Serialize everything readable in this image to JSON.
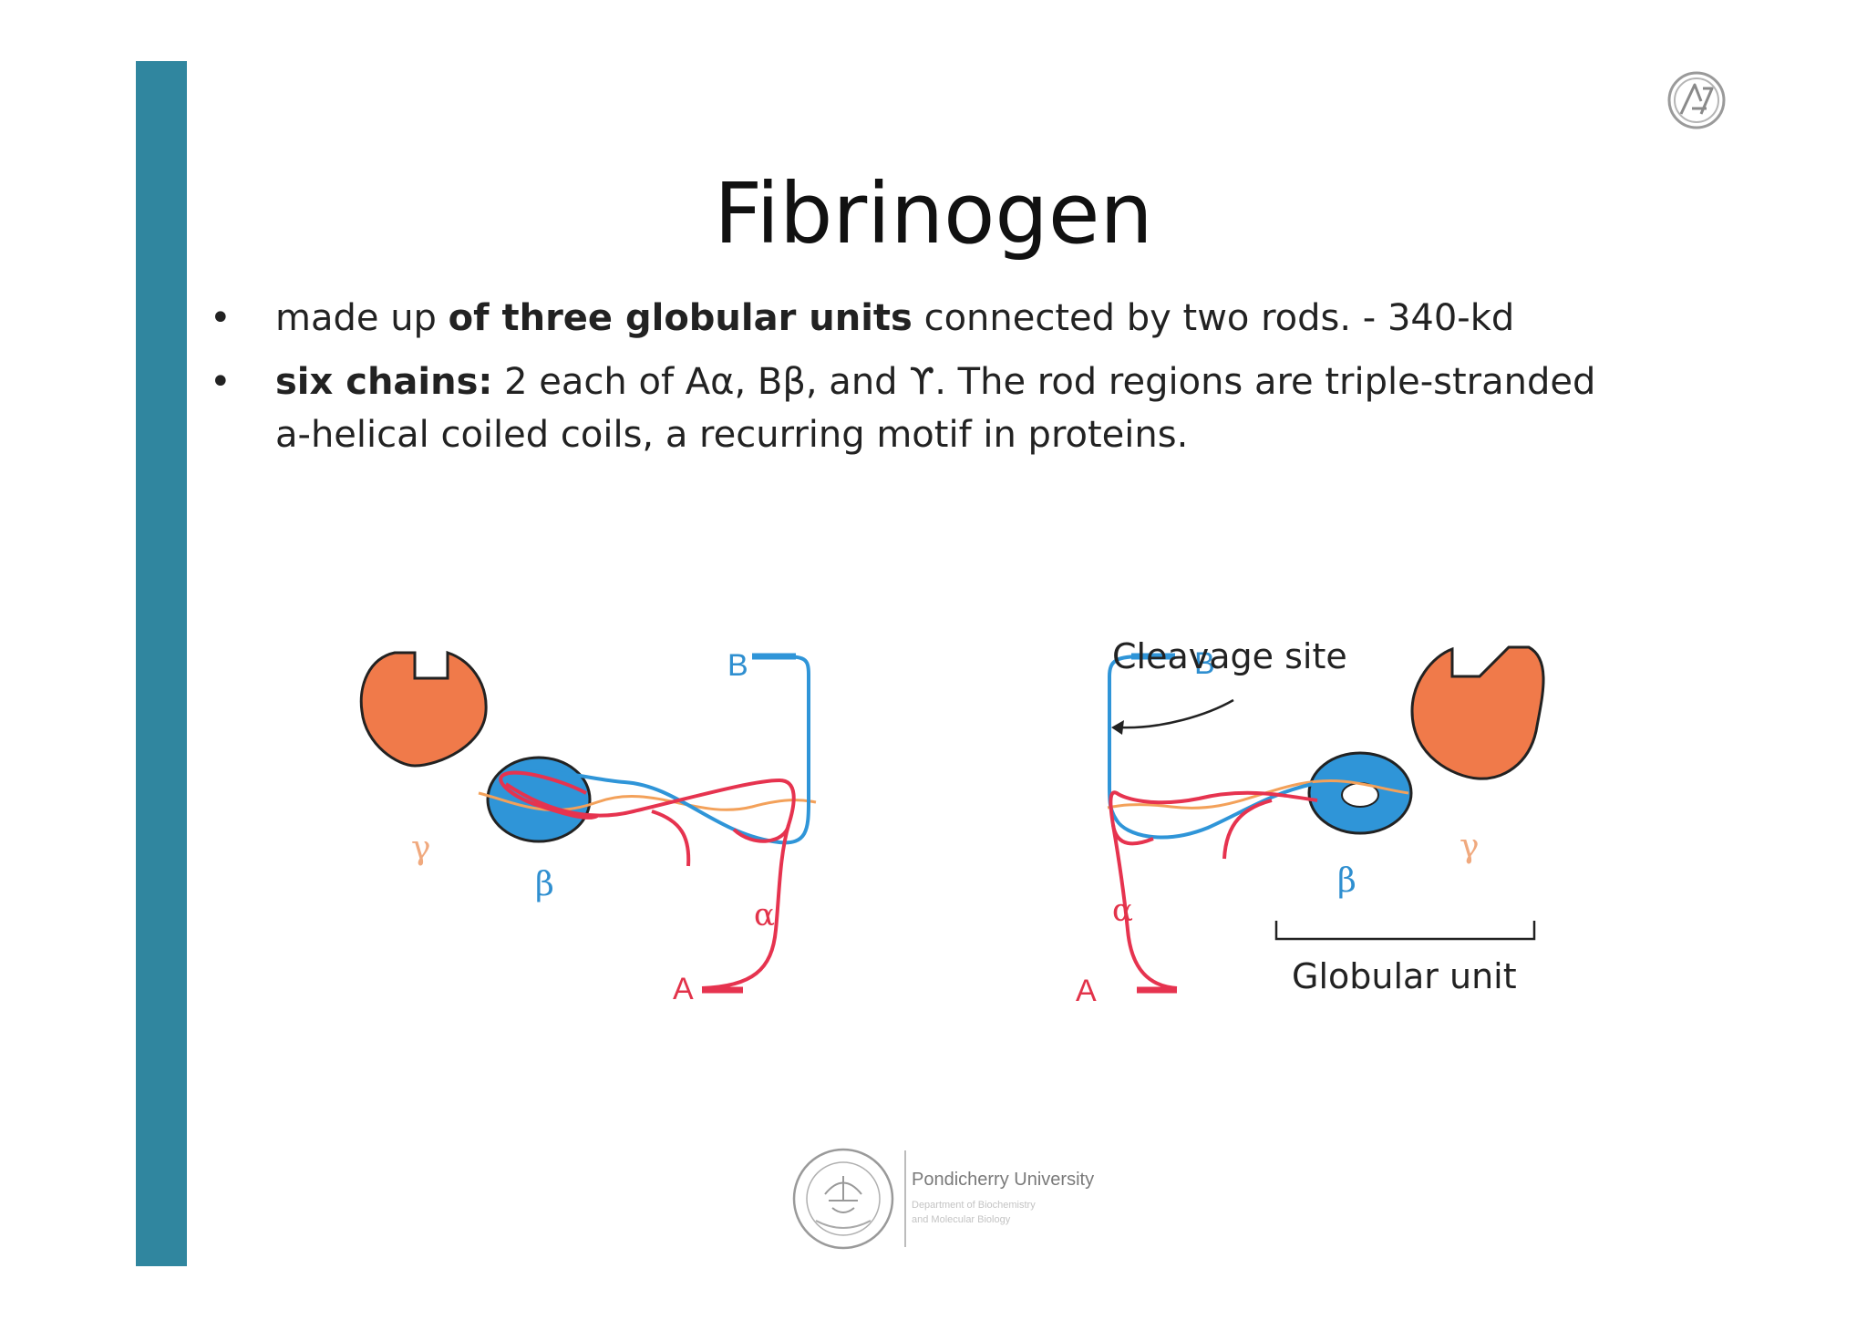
{
  "slide": {
    "title": "Fibrinogen",
    "bullets": [
      {
        "marker": "•",
        "pre": "made up ",
        "bold": "of three globular units",
        "post": " connected by two rods. - 340-kd"
      },
      {
        "marker": "•",
        "pre": "",
        "bold": "six chains:",
        "post": " 2 each of Aα, Bβ, and ϒ.  The rod regions are triple-stranded a-helical  coiled coils, a recurring motif in proteins."
      }
    ]
  },
  "diagram": {
    "labels": {
      "cleavage_site": "Cleavage site",
      "globular_unit": "Globular unit",
      "b_left": "B",
      "b_right": "B",
      "a_left": "A",
      "a_right": "A",
      "gamma_left": "γ",
      "gamma_right": "γ",
      "beta_left": "β",
      "beta_right": "β",
      "alpha_left": "α",
      "alpha_right": "α"
    },
    "colors": {
      "gamma_domain": "#f07a4a",
      "beta_domain": "#2f95d8",
      "alpha_chain": "#e6334f",
      "beta_chain": "#2f95d8",
      "gamma_chain": "#f3a15a",
      "label_blue": "#2f8fd0",
      "label_red": "#e2334a",
      "label_orange": "#f0a97e"
    }
  },
  "footer": {
    "institution": "Pondicherry University",
    "department_line1": "Department of Biochemistry",
    "department_line2": "and Molecular Biology"
  },
  "theme": {
    "sidebar_color": "#30869f"
  }
}
